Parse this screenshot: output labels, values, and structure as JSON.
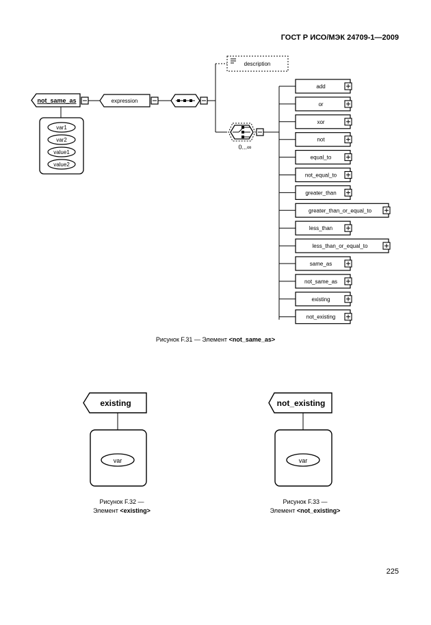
{
  "header": {
    "standard": "ГОСТ Р ИСО/МЭК 24709-1—2009"
  },
  "page_number": "225",
  "figure31": {
    "root": "not_same_as",
    "attributes": [
      "var1",
      "var2",
      "value1",
      "value2"
    ],
    "expression": "expression",
    "description": "description",
    "cardinality": "0...∞",
    "children": [
      "add",
      "or",
      "xor",
      "not",
      "equal_to",
      "not_equal_to",
      "greater_than",
      "greater_than_or_equal_to",
      "less_than",
      "less_than_or_equal_to",
      "same_as",
      "not_same_as",
      "existing",
      "not_existing"
    ],
    "caption_prefix": "Рисунок F.31 — Элемент ",
    "caption_element": "<not_same_as>"
  },
  "figure32": {
    "root": "existing",
    "attribute": "var",
    "caption_line1": "Рисунок F.32 —",
    "caption_prefix": "Элемент ",
    "caption_element": "<existing>"
  },
  "figure33": {
    "root": "not_existing",
    "attribute": "var",
    "caption_line1": "Рисунок F.33 —",
    "caption_prefix": "Элемент ",
    "caption_element": "<not_existing>"
  }
}
